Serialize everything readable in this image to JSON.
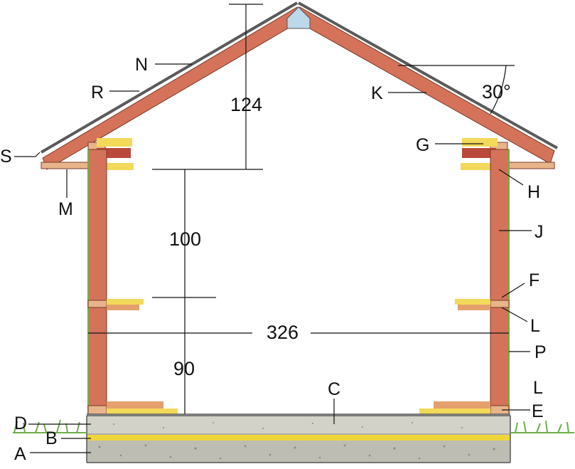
{
  "labels": {
    "A": "A",
    "B": "B",
    "C": "C",
    "D": "D",
    "E": "E",
    "F": "F",
    "G": "G",
    "H": "H",
    "J": "J",
    "K": "K",
    "L_upper": "L",
    "L_lower": "L",
    "M": "M",
    "N": "N",
    "P": "P",
    "R": "R",
    "S": "S"
  },
  "dimensions": {
    "roof_height": "124",
    "upper_floor_height": "100",
    "lower_floor_height": "90",
    "width": "326",
    "roof_pitch": "30°"
  },
  "colors": {
    "timber": "#d4735a",
    "timber_dark": "#a8503a",
    "insulation_yellow": "#f3d95a",
    "membrane_yellow": "#efd63a",
    "concrete": "#cfcfc4",
    "gravel": "#bdbdb4",
    "roofing": "#6b6b6b",
    "grass": "#6fae4a",
    "window": "#bcd9ec"
  }
}
